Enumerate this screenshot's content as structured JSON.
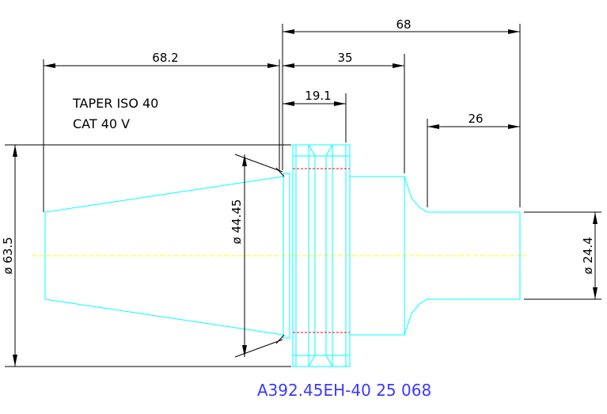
{
  "notes": {
    "line1": "TAPER ISO 40",
    "line2": "CAT 40 V"
  },
  "dimensions": {
    "overall_length": "68",
    "taper_length": "68.2",
    "flange_to_shoulder": "35",
    "flange_width": "19.1",
    "shank_length": "26",
    "flange_diameter": "ø 63.5",
    "gauge_diameter": "ø 44.45",
    "shank_diameter": "ø 24.4"
  },
  "part_code": "A392.45EH-40 25 068",
  "colors": {
    "outline": "#00ffff",
    "dimension": "#000000",
    "centerline": "#ffff00",
    "hidden": "#ff0000",
    "part_code": "#3a3aff"
  }
}
